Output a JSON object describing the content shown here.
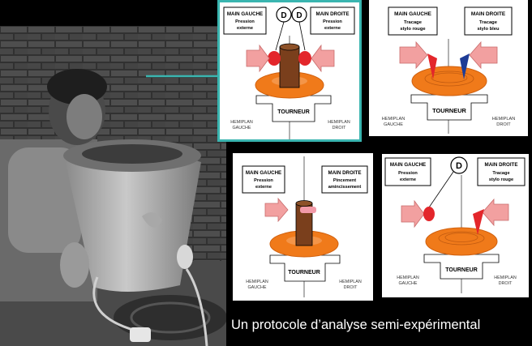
{
  "caption": "Un protocole d’analyse semi-expérimental",
  "panels": [
    {
      "left_box": [
        "MAIN GAUCHE",
        "Pression",
        "externe"
      ],
      "right_box": [
        "MAIN DROITE",
        "Pression",
        "externe"
      ],
      "markers": [
        "D",
        "D"
      ],
      "base": "TOURNEUR",
      "left_plane": [
        "HEMIPLAN",
        "GAUCHE"
      ],
      "right_plane": [
        "HEMIPLAN",
        "DROIT"
      ]
    },
    {
      "left_box": [
        "MAIN GAUCHE",
        "Tracage",
        "stylo rouge"
      ],
      "right_box": [
        "MAIN DROITE",
        "Tracage",
        "stylo bleu"
      ],
      "base": "TOURNEUR",
      "left_plane": [
        "HEMIPLAN",
        "GAUCHE"
      ],
      "right_plane": [
        "HEMIPLAN",
        "DROIT"
      ]
    },
    {
      "left_box": [
        "MAIN GAUCHE",
        "Pression",
        "externe"
      ],
      "right_box": [
        "MAIN DROITE",
        "Pincement",
        "amincissement"
      ],
      "base": "TOURNEUR",
      "left_plane": [
        "HEMIPLAN",
        "GAUCHE"
      ],
      "right_plane": [
        "HEMIPLAN",
        "DROIT"
      ]
    },
    {
      "left_box": [
        "MAIN GAUCHE",
        "Pression",
        "externe"
      ],
      "right_box": [
        "MAIN DROITE",
        "Tracage",
        "stylo rouge"
      ],
      "markers": [
        "D"
      ],
      "base": "TOURNEUR",
      "left_plane": [
        "HEMIPLAN",
        "GAUCHE"
      ],
      "right_plane": [
        "HEMIPLAN",
        "DROIT"
      ]
    }
  ],
  "colors": {
    "accent": "#3ab5b0",
    "turntable": "#f07a1a",
    "arrow_pink": "#f2a0a0",
    "red": "#e3262b",
    "blue": "#1e3c96",
    "pot_brown": "#7a3f1c"
  }
}
